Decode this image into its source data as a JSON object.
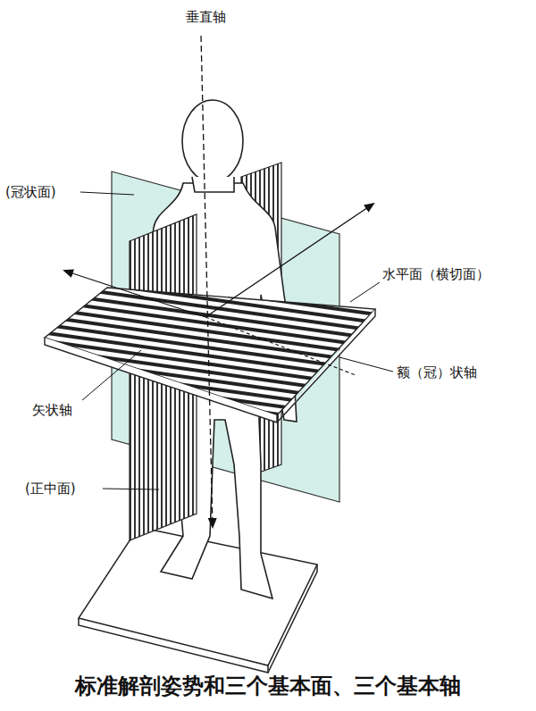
{
  "diagram": {
    "caption": "标准解剖姿势和三个基本面、三个基本轴",
    "labels": [
      "垂直轴",
      "(冠状面)",
      "水平面（横切面）",
      "额（冠）状轴",
      "矢状轴",
      "(正中面)"
    ]
  }
}
